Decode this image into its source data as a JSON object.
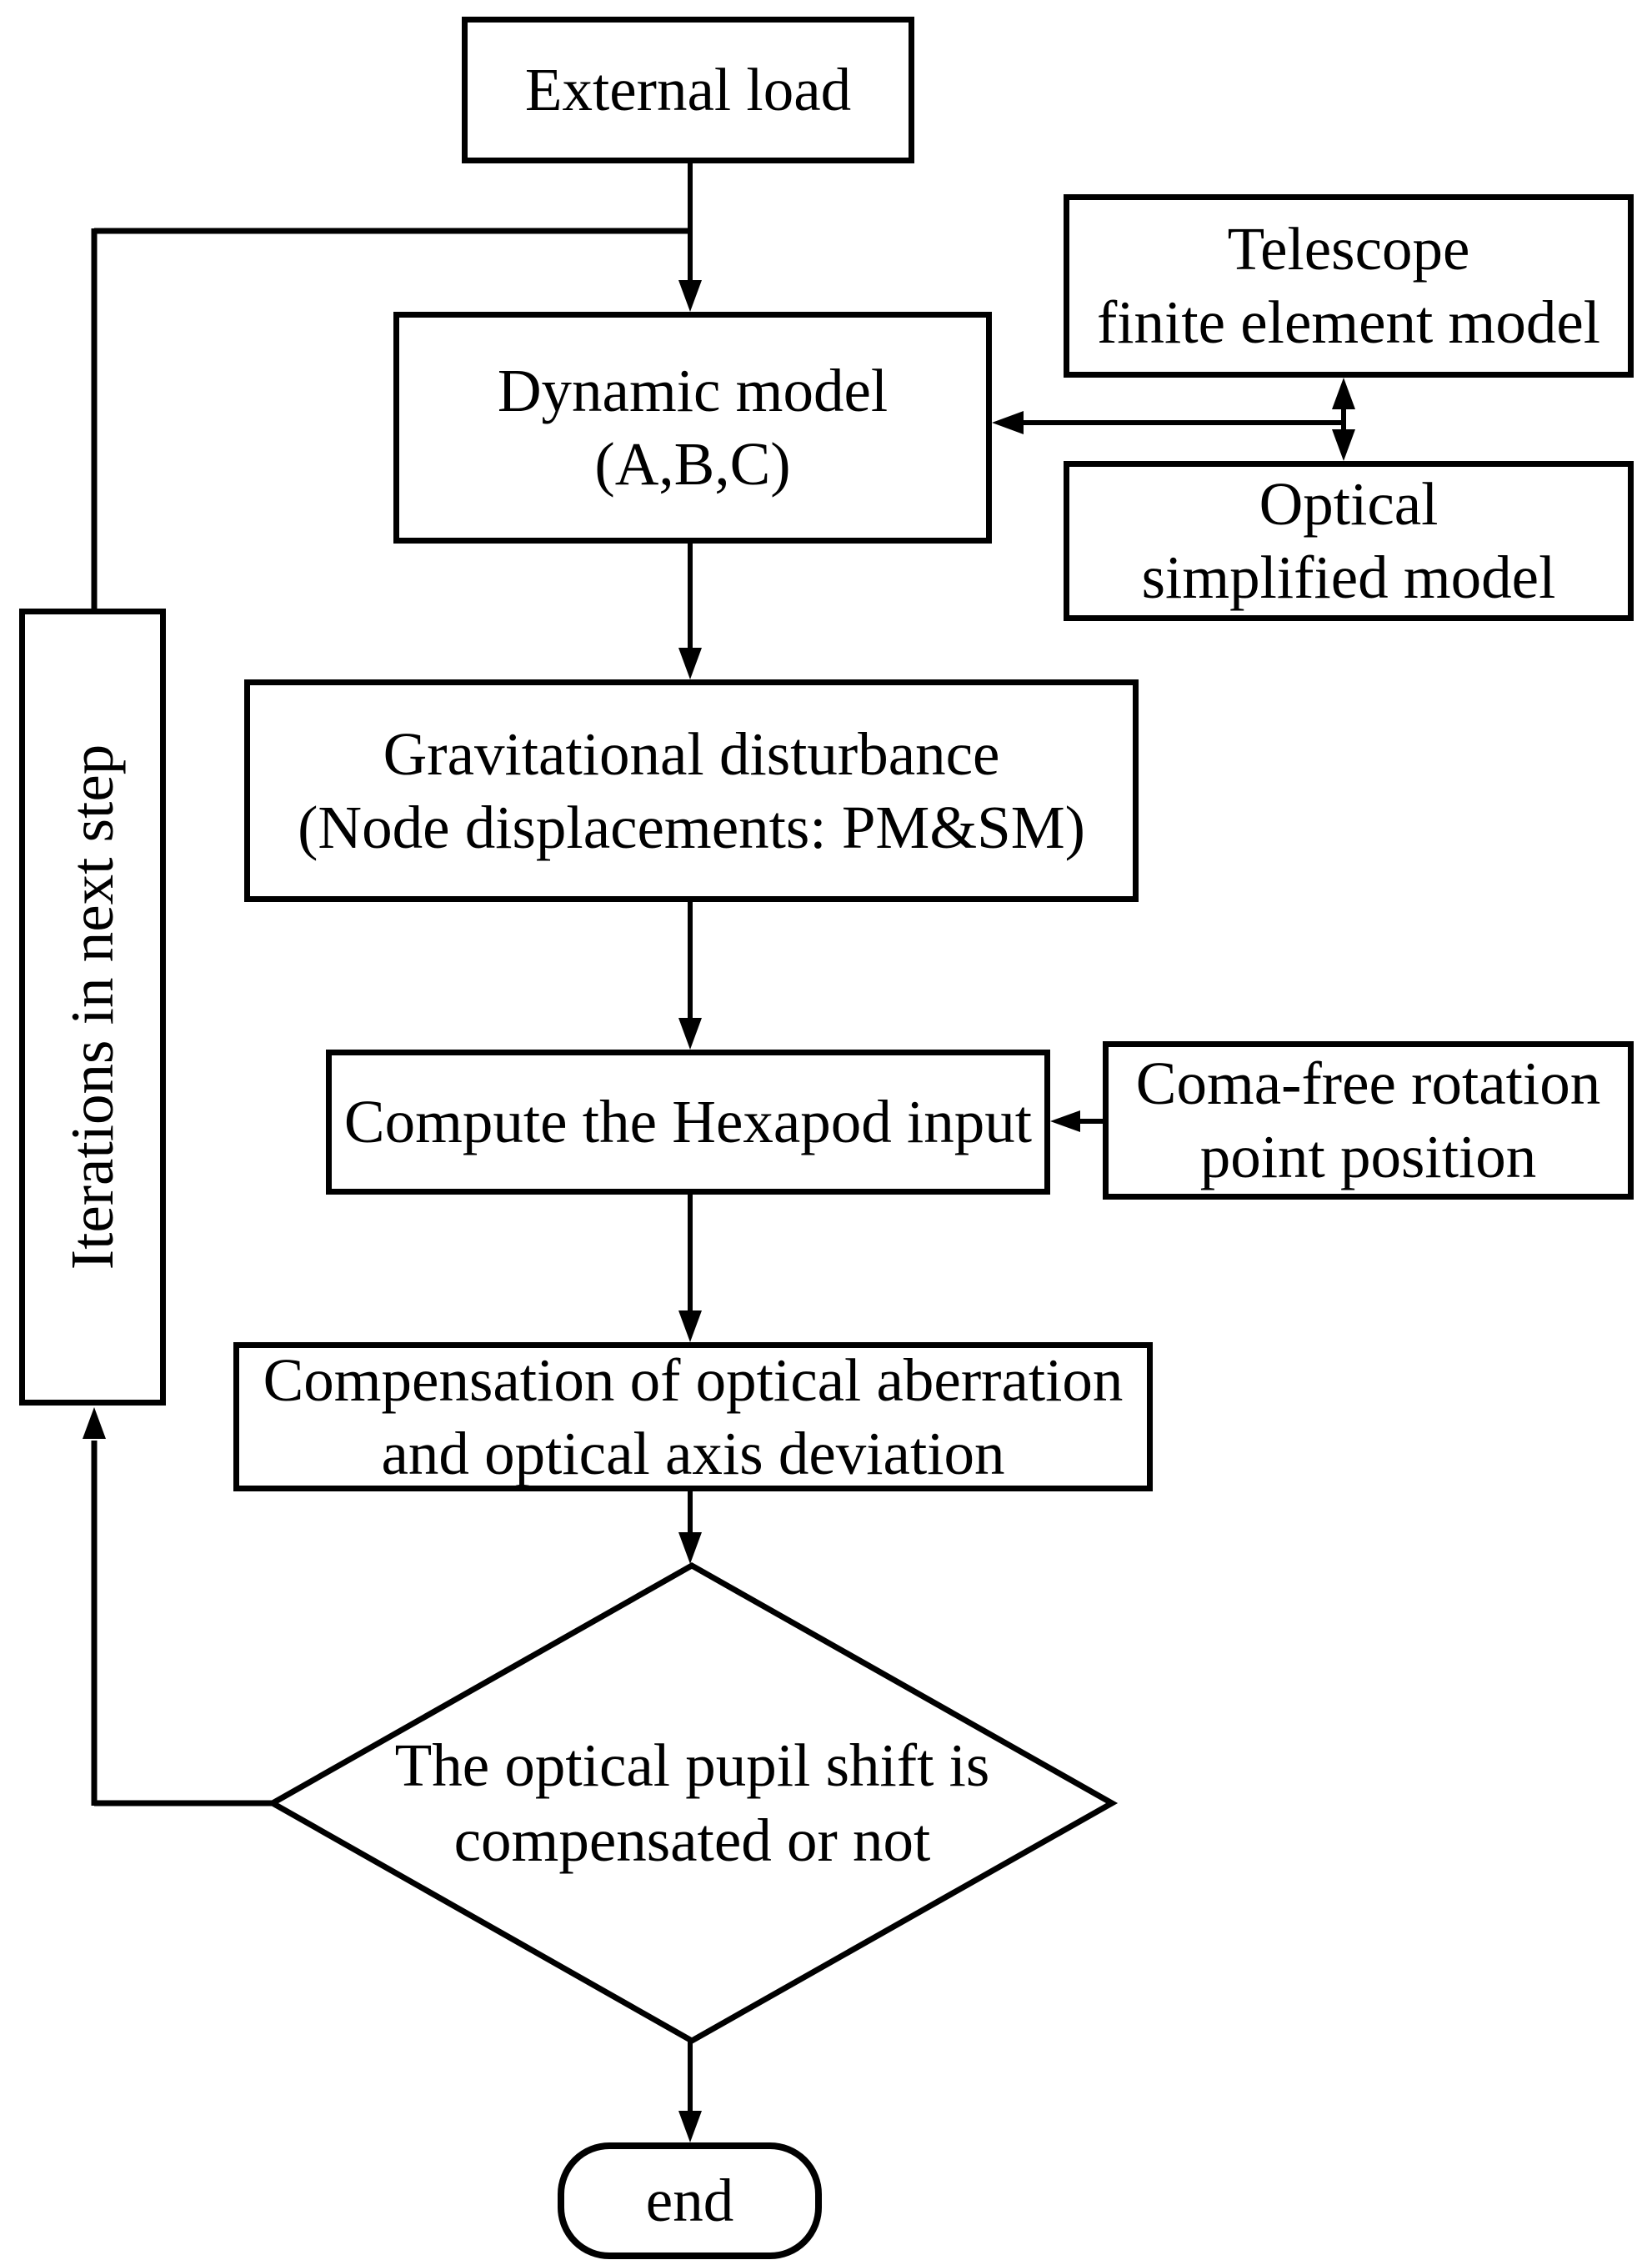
{
  "figure": {
    "type": "flowchart",
    "background": "#ffffff",
    "line_color": "#000000",
    "text_color": "#000000"
  },
  "nodes": {
    "external_load": {
      "label": "External load"
    },
    "dynamic_model": {
      "line1": "Dynamic model",
      "line2": "(A,B,C)"
    },
    "telescope_fem": {
      "line1": "Telescope",
      "line2": "finite element model"
    },
    "optical_simplified": {
      "line1": "Optical",
      "line2": "simplified model"
    },
    "gravitational": {
      "line1": "Gravitational disturbance",
      "line2": "(Node displacements: PM&SM)"
    },
    "compute_hexapod": {
      "label": "Compute the Hexapod input"
    },
    "coma_free": {
      "line1": "Coma-free rotation",
      "line2": "point position"
    },
    "compensation": {
      "line1": "Compensation of optical aberration",
      "line2": "and optical axis deviation"
    },
    "iterations": {
      "label": "Iterations in next step"
    },
    "decision": {
      "line1": "The optical pupil shift is",
      "line2": "compensated or not"
    },
    "end": {
      "label": "end"
    }
  }
}
